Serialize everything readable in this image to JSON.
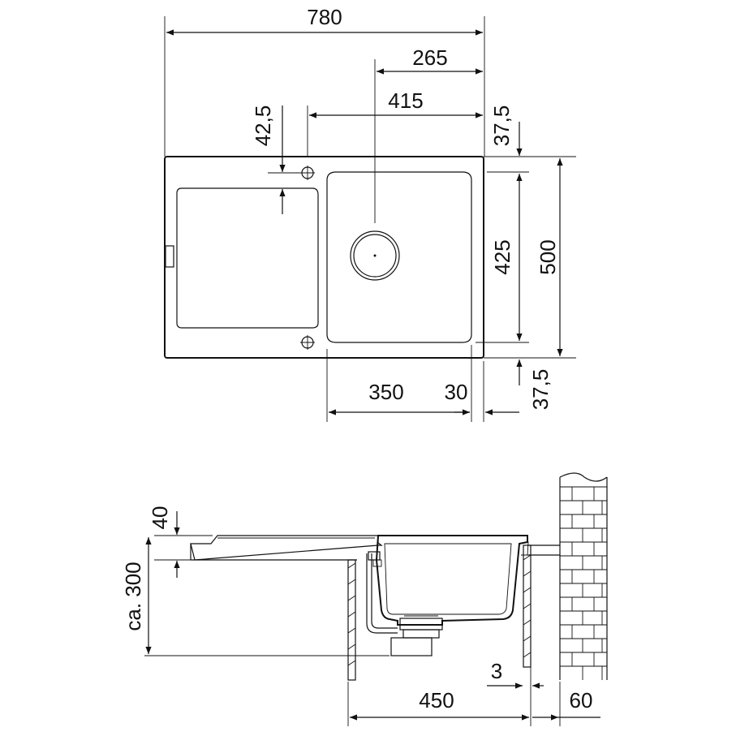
{
  "dims": {
    "overall_width": "780",
    "bowl_center_offset": "265",
    "tap_hole_offset": "415",
    "tap_vertical_offset": "42,5",
    "top_margin": "37,5",
    "bowl_depth_plan": "425",
    "overall_depth": "500",
    "bowl_width": "350",
    "side_margin": "30",
    "bottom_margin": "37,5",
    "deck_thickness": "40",
    "total_height": "ca. 300",
    "cabinet_width": "450",
    "wall_gap": "60",
    "overhang": "3"
  }
}
